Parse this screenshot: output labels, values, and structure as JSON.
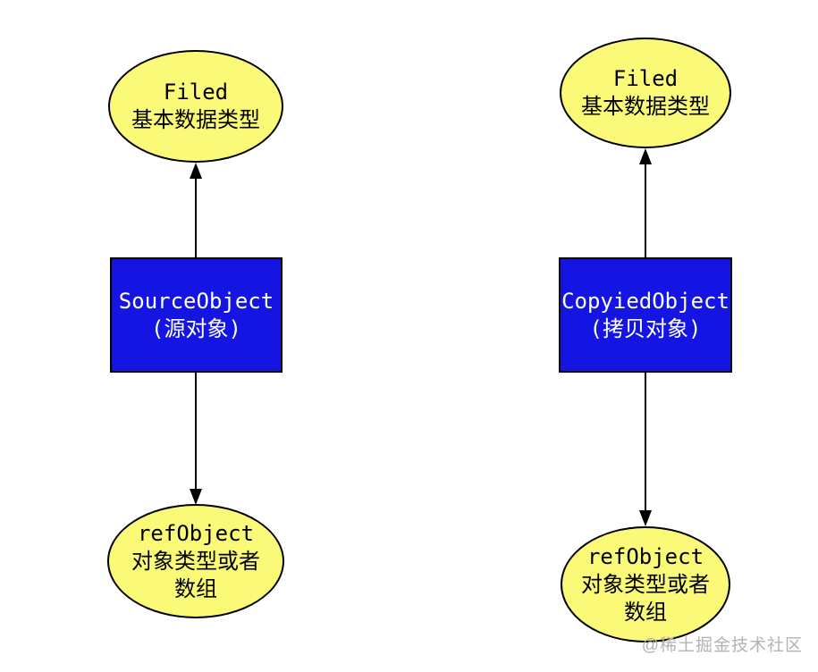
{
  "colors": {
    "ellipse_fill": "#FAFA78",
    "rect_fill": "#1515E3",
    "stroke": "#000000",
    "text_on_blue": "#FFFFFF",
    "text_on_yellow": "#000000",
    "watermark": "#B3B3B3",
    "background": "#FFFFFF"
  },
  "diagram": {
    "columns": [
      {
        "name": "source-object-column",
        "top_ellipse": {
          "lines": [
            "Filed",
            "基本数据类型"
          ]
        },
        "rect": {
          "lines": [
            "SourceObject",
            "(源对象)"
          ]
        },
        "bottom_ellipse": {
          "lines": [
            "refObject",
            "对象类型或者",
            "数组"
          ]
        }
      },
      {
        "name": "copyied-object-column",
        "top_ellipse": {
          "lines": [
            "Filed",
            "基本数据类型"
          ]
        },
        "rect": {
          "lines": [
            "CopyiedObject",
            "(拷贝对象)"
          ]
        },
        "bottom_ellipse": {
          "lines": [
            "refObject",
            "对象类型或者",
            "数组"
          ]
        }
      }
    ]
  },
  "watermark": {
    "text": "@稀土掘金技术社区"
  }
}
